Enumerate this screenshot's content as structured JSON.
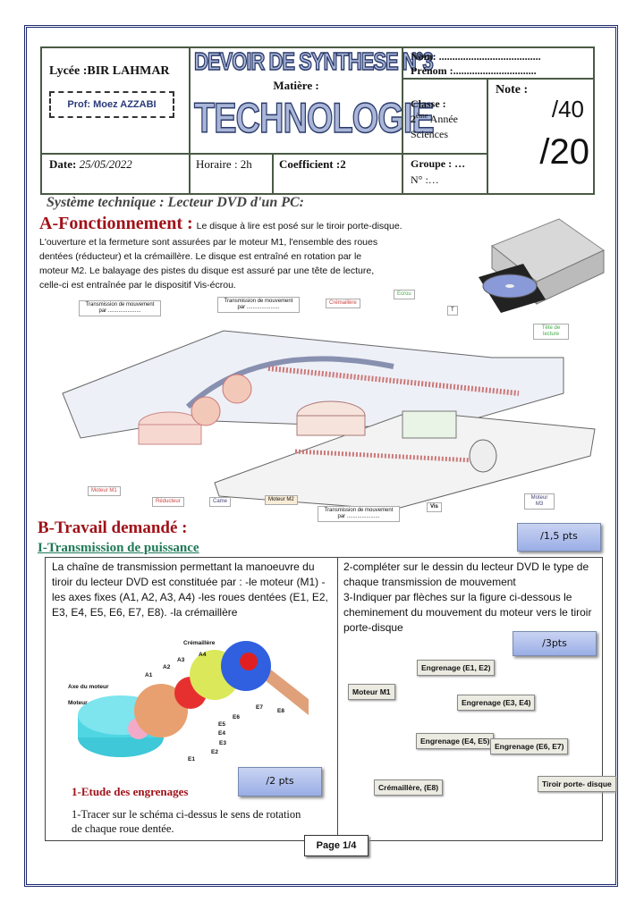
{
  "header": {
    "lycee": "Lycée :BIR LAHMAR",
    "prof": "Prof: Moez AZZABI",
    "exam_title": "DEVOIR DE SYNTHESE N°3",
    "matiere_label": "Matière :",
    "matiere": "TECHNOLOGIE",
    "nom": "Nom: ......................................",
    "prenom": "Prénom :...............................",
    "classe_label": "Classe :",
    "classe_level": "2",
    "classe_sup": "ème",
    "classe_annee": "Année",
    "classe_section": "Sciences",
    "note_label": "Note :",
    "note_40": "/40",
    "note_20": "/20",
    "date_label": "Date:",
    "date": "25/05/2022",
    "horaire": "Horaire : 2h",
    "coefficient": "Coefficient :2",
    "groupe": "Groupe : …",
    "numero": "N° :…"
  },
  "system_title": "Système technique : Lecteur DVD d'un PC:",
  "sectionA": {
    "title": "A-Fonctionnement :",
    "intro": "Le disque à lire est posé sur le tiroir porte-disque.",
    "line2": "L'ouverture et la fermeture sont assurées par le moteur M1, l'ensemble des roues",
    "line3": "dentées (réducteur) et la crémaillère. Le disque est entraîné en rotation par le",
    "line4": "moteur M2. Le balayage des pistes du disque est assuré par une tête de lecture,",
    "line5": "celle-ci est entraînée par le dispositif Vis-écrou."
  },
  "diagram": {
    "labels": [
      "Transmission de mouvement par ......................",
      "Transmission de mouvement par ......................",
      "Crémaillère",
      "Ecrou",
      "T",
      "Tête de lecture",
      "Moteur M1",
      "Réducteur",
      "Came",
      "Moteur M2",
      "Transmission de mouvement par ......................",
      "Vis",
      "Moteur M3"
    ]
  },
  "sectionB": {
    "title": "B-Travail demandé :",
    "subtitle": "I-Transmission de puissance",
    "pts1": "/1,5 pts",
    "left_text": "La chaîne de transmission permettant la manoeuvre du tiroir du lecteur DVD est constituée par : -le moteur (M1) -les axes fixes (A1, A2, A3, A4) -les roues dentées (E1, E2, E3, E4, E5, E6, E7, E8). -la crémaillère",
    "gear_labels": [
      "Crémaillère",
      "A4",
      "A3",
      "A2",
      "A1",
      "Axe du moteur",
      "Moteur",
      "E8",
      "E7",
      "E6",
      "E5",
      "E4",
      "E3",
      "E2",
      "E1"
    ],
    "pts2": "/2 pts",
    "etude_title": "1-Etude des engrenages",
    "etude_text": "1-Tracer sur le schéma ci-dessus le sens de rotation de chaque roue dentée.",
    "right_text_1": "2-compléter sur le dessin du lecteur DVD le type de chaque transmission de mouvement",
    "right_text_2": "3-Indiquer par flèches sur la figure ci-dessous le cheminement du mouvement du moteur vers le tiroir porte-disque",
    "pts3": "/3pts",
    "flow_tags": [
      "Engrenage (E1, E2)",
      "Moteur M1",
      "Engrenage (E3, E4)",
      "Engrenage (E4, E5)",
      "Engrenage (E6, E7)",
      "Crémaillère, (E8)",
      "Tiroir porte- disque"
    ]
  },
  "page": "Page 1/4"
}
